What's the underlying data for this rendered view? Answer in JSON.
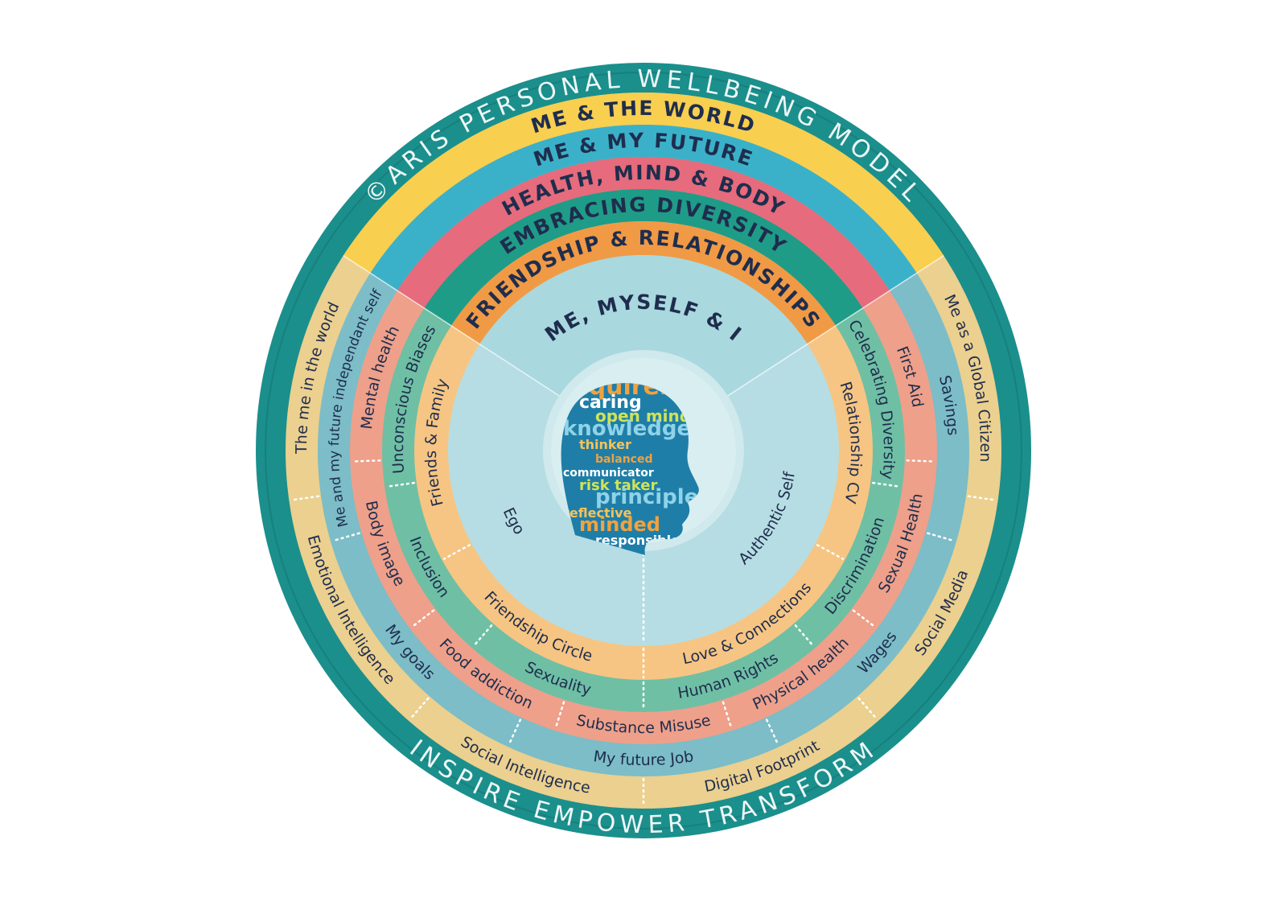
{
  "header": {
    "title": "©ARIS PERSONAL WELLBEING MODEL",
    "tagline": "INSPIRE   EMPOWER   TRANSFORM"
  },
  "rings": [
    {
      "id": "world",
      "title": "ME & THE WORLD",
      "color": "#f8cf4f",
      "subcolor": "#ebd08f",
      "items": [
        "The me in the world",
        "Emotional Intelligence",
        "Social Intelligence",
        "Digital Footprint",
        "Social Media",
        "Me as a Global Citizen"
      ]
    },
    {
      "id": "future",
      "title": "ME & MY FUTURE",
      "color": "#3ab1c9",
      "subcolor": "#7cbdc7",
      "items": [
        "Me and my future independant  self",
        "My goals",
        "My future Job",
        "Wages",
        "Savings"
      ]
    },
    {
      "id": "health",
      "title": "HEALTH, MIND & BODY",
      "color": "#e66b7c",
      "subcolor": "#eea08a",
      "items": [
        "Mental health",
        "Body image",
        "Food addiction",
        "Substance Misuse",
        "Physical health",
        "Sexual Health",
        "First Aid"
      ]
    },
    {
      "id": "diversity",
      "title": "EMBRACING DIVERSITY",
      "color": "#1f9c88",
      "subcolor": "#6fbfa4",
      "items": [
        "Unconscious Biases",
        "Inclusion",
        "Sexuality",
        "Human Rights",
        "Discrimination",
        "Celebrating Diversity"
      ]
    },
    {
      "id": "friendship",
      "title": "FRIENDSHIP & RELATIONSHIPS",
      "color": "#f09a45",
      "subcolor": "#f6c583",
      "items": [
        "Friends & Family",
        "Friendship Circle",
        "Love & Connections",
        "Relationship CV"
      ]
    },
    {
      "id": "self",
      "title": "ME, MYSELF & I",
      "color": "#a9d8df",
      "subcolor": "#b6dde3",
      "items": [
        "Ego",
        "Authentic Self"
      ]
    }
  ],
  "center_words": [
    "inquirer",
    "caring",
    "open minded",
    "knowledgeable",
    "thinker",
    "balanced",
    "communicator",
    "risk taker",
    "principled",
    "reflective",
    "minded",
    "responsible"
  ],
  "colors": {
    "outer": "#1b8f8c",
    "outer_dark": "#17807e",
    "text_dark": "#1f2d4d"
  }
}
